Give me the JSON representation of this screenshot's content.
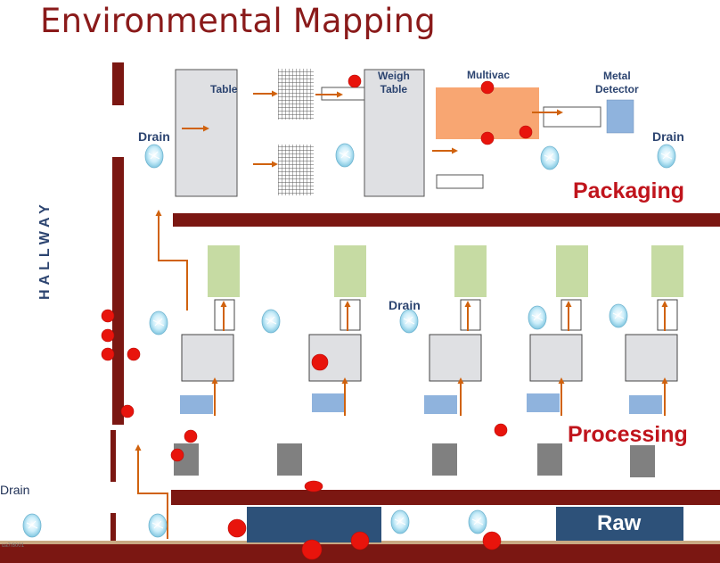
{
  "title": "Environmental Mapping",
  "labels": {
    "table": "Table",
    "weigh_table": "Weigh\nTable",
    "multivac": "Multivac",
    "metal_detector": "Metal\nDetector",
    "hallway": "HALLWAY",
    "packaging": "Packaging",
    "processing": "Processing",
    "raw": "Raw",
    "footer_mark": "ua7/8001"
  },
  "drains": [
    {
      "label": "Drain"
    },
    {
      "label": "Drain"
    },
    {
      "label": "Drain"
    },
    {
      "label": "Drain"
    }
  ],
  "colors": {
    "wall": "#7b1712",
    "title": "#8a1a1a",
    "zone_label": "#c0141c",
    "arrow": "#d0620e",
    "sample_point": "#e8140c",
    "raw_block": "#2d5179",
    "multivac": "#f8a672",
    "cabinet": "#c6dba3",
    "station": "#dfe0e3",
    "blue_box": "#8fb3dd",
    "dark_box": "#808080",
    "drain_icon": "#bfe7f6"
  }
}
